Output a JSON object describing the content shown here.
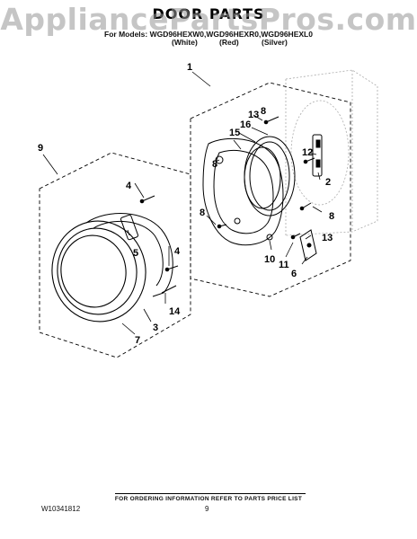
{
  "watermark": "AppliancePartsPros.com",
  "title": "DOOR PARTS",
  "models_line": "For Models: WGD96HEXW0,WGD96HEXR0,WGD96HEXL0",
  "colors": [
    "(White)",
    "(Red)",
    "(Silver)"
  ],
  "callouts": [
    "1",
    "13",
    "8",
    "16",
    "15",
    "12",
    "8",
    "2",
    "8",
    "9",
    "4",
    "5",
    "4",
    "14",
    "3",
    "7",
    "8",
    "13",
    "10",
    "11",
    "6"
  ],
  "footer_note": "FOR ORDERING INFORMATION REFER TO PARTS PRICE LIST",
  "doc_number": "W10341812",
  "page_number": "9"
}
